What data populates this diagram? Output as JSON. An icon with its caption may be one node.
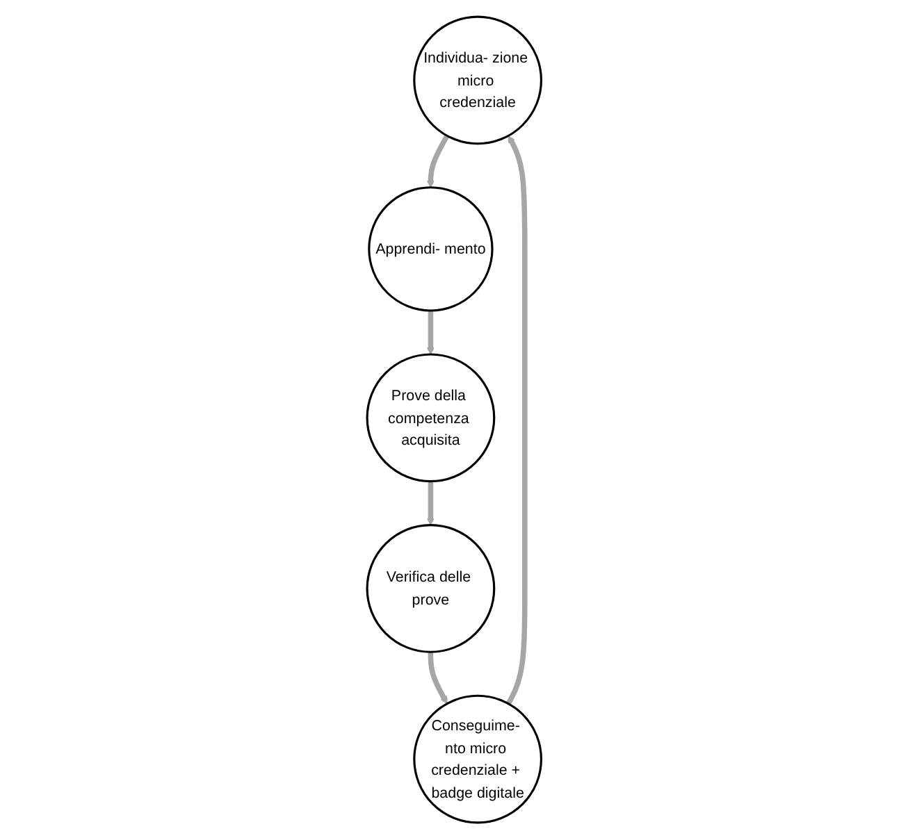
{
  "diagram": {
    "nodes": [
      {
        "text": [
          "Individua- zione micro credenziale"
        ]
      },
      {
        "text": [
          "Apprendi- mento"
        ]
      },
      {
        "text": [
          "Prove della competenza acquisita"
        ]
      },
      {
        "text": [
          "Verifica delle prove"
        ]
      },
      {
        "text": [
          "Conseguime- nto micro credenziale + badge digitale"
        ]
      }
    ],
    "edges": [
      {
        "from": 0,
        "to": 1,
        "arrow": "to"
      },
      {
        "from": 1,
        "to": 2,
        "arrow": "to"
      },
      {
        "from": 2,
        "to": 3,
        "arrow": "to"
      },
      {
        "from": 3,
        "to": 4,
        "arrow": "to"
      },
      {
        "from": 4,
        "to": 0,
        "arrow": "to"
      }
    ]
  }
}
